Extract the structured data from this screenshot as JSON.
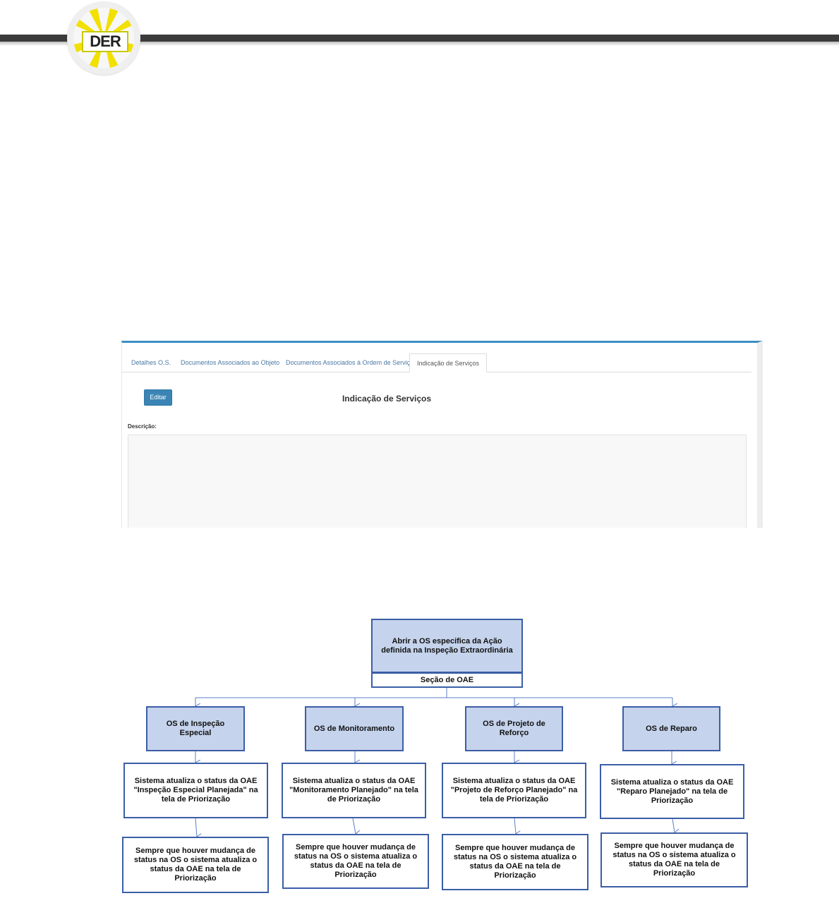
{
  "header": {
    "logo_text": "DER",
    "colors": {
      "bar": "#3b3b3b",
      "logo_yellow": "#f2e000"
    }
  },
  "screenshot": {
    "tabs": [
      {
        "label": "Detalhes O.S."
      },
      {
        "label": "Documentos Associados ao Objeto"
      },
      {
        "label": "Documentos Associados à Ordem de Serviço"
      },
      {
        "label": "Indicação de Serviços"
      }
    ],
    "active_tab": "Indicação de Serviços",
    "edit_button": "Editar",
    "title": "Indicação de Serviços",
    "description_label": "Descrição:",
    "description_value": ""
  },
  "flowchart": {
    "top_box": "Abrir a OS  especifica da Ação definida na Inspeção Extraordinária",
    "section_label": "Seção de OAE",
    "branches": [
      {
        "os": "OS de Inspeção Especial",
        "status": "Sistema atualiza o status da OAE \"Inspeção Especial Planejada\" na tela de Priorização",
        "update": "Sempre que houver mudança de status na OS o sistema atualiza o status da OAE na tela de Priorização"
      },
      {
        "os": "OS de Monitoramento",
        "status": "Sistema atualiza o status da OAE \"Monitoramento Planejado\" na tela de Priorização",
        "update": "Sempre que houver mudança de status na OS o sistema atualiza o status da OAE na tela de Priorização"
      },
      {
        "os": "OS de Projeto de Reforço",
        "status": "Sistema atualiza o status da OAE \"Projeto de Reforço Planejado\" na tela de Priorização",
        "update": "Sempre que houver mudança de status na OS o sistema atualiza o status da OAE na tela de Priorização"
      },
      {
        "os": "OS  de Reparo",
        "status": "Sistema atualiza o status da OAE \"Reparo Planejado\" na tela de Priorização",
        "update": "Sempre que houver mudança de status na OS o sistema atualiza o status da OAE na tela de Priorização"
      }
    ],
    "colors": {
      "box_fill": "#c5d3ec",
      "box_border": "#3b5ea6",
      "connector": "#5b7fc4"
    }
  }
}
